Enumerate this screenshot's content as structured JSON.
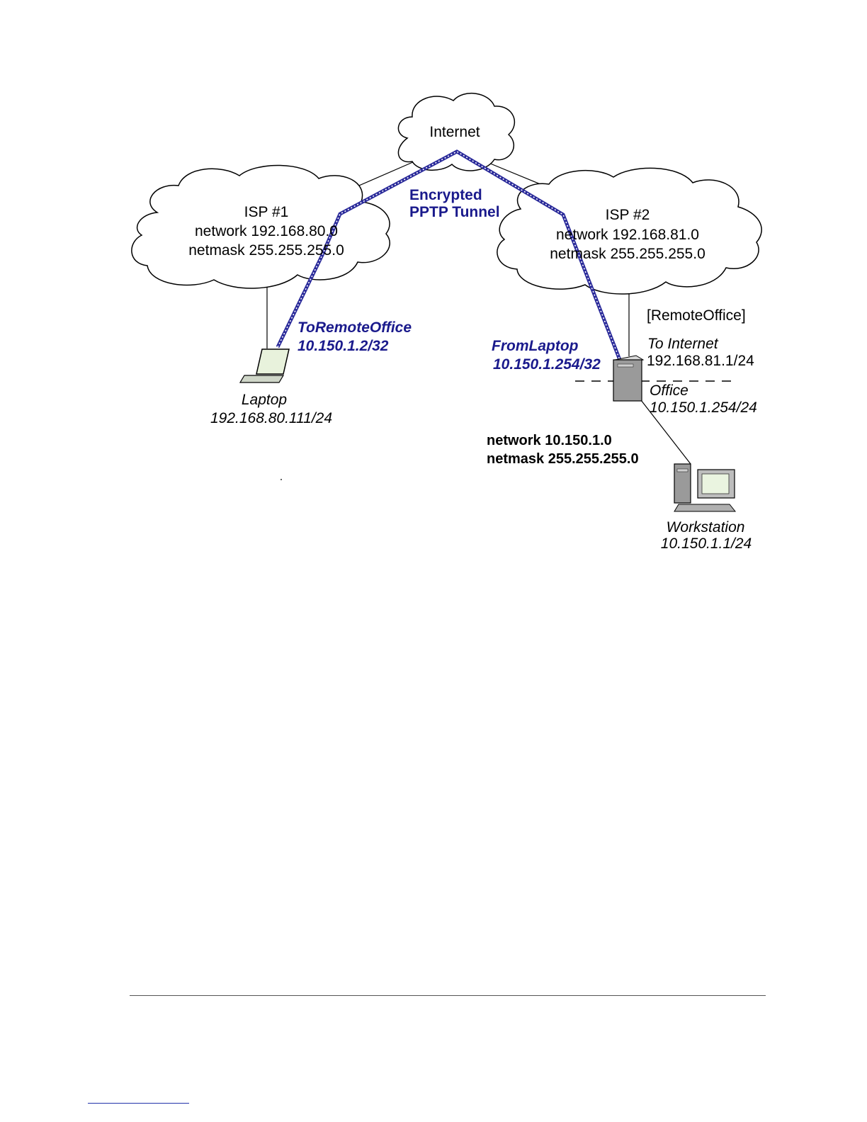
{
  "internet": {
    "label": "Internet"
  },
  "tunnel": {
    "line1": "Encrypted",
    "line2": "PPTP Tunnel"
  },
  "isp1": {
    "title": "ISP #1",
    "network": "network 192.168.80.0",
    "netmask": "netmask 255.255.255.0"
  },
  "isp2": {
    "title": "ISP #2",
    "network": "network 192.168.81.0",
    "netmask": "netmask 255.255.255.0"
  },
  "laptop": {
    "name": "Laptop",
    "ip": "192.168.80.111/24"
  },
  "to_remote": {
    "name": "ToRemoteOffice",
    "ip": "10.150.1.2/32"
  },
  "from_laptop": {
    "name": "FromLaptop",
    "ip": "10.150.1.254/32"
  },
  "router": {
    "name": "[RemoteOffice]",
    "internet_if": "To Internet",
    "internet_ip": "192.168.81.1/24",
    "office_if": "Office",
    "office_ip": "10.150.1.254/24"
  },
  "office_net": {
    "network": "network 10.150.1.0",
    "netmask": "netmask 255.255.255.0"
  },
  "workstation": {
    "name": "Workstation",
    "ip": "10.150.1.1/24"
  },
  "colors": {
    "tunnel": "#2a2a9a",
    "blue_text": "#1a1a8c"
  },
  "icons": [
    "laptop-icon",
    "server-icon",
    "workstation-icon",
    "cloud-icon"
  ]
}
